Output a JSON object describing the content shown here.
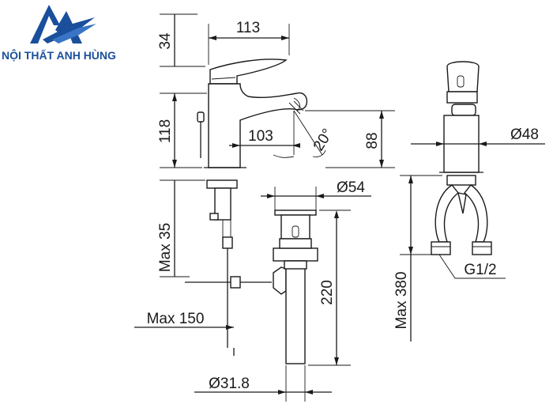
{
  "brand": {
    "name": "NỘI THẤT ANH HÙNG",
    "logo_icon": "mountain-road-logo-icon",
    "colors": {
      "primary": "#1a4f9c",
      "line": "#1a1a1a"
    }
  },
  "dimensions": {
    "d34": "34",
    "d113": "113",
    "d118": "118",
    "d103": "103",
    "d20": "20°",
    "d88": "88",
    "d54": "Ø54",
    "max35": "Max 35",
    "d220": "220",
    "max150": "Max 150",
    "d318": "Ø31.8",
    "d48": "Ø48",
    "max380": "Max 380",
    "g12": "G1/2"
  }
}
